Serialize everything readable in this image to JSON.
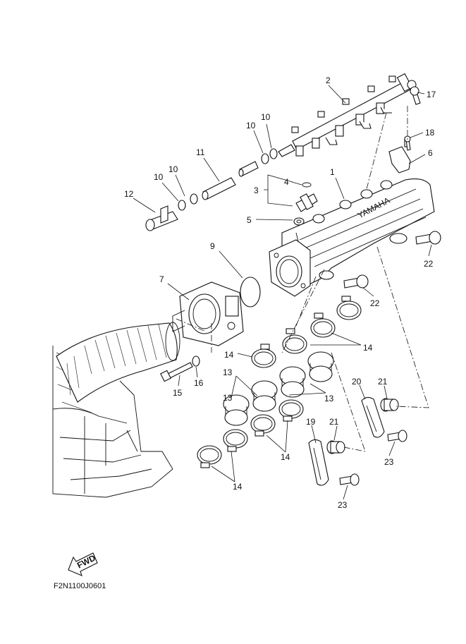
{
  "callouts": [
    "1",
    "2",
    "3",
    "4",
    "5",
    "6",
    "7",
    "9",
    "10",
    "10",
    "10",
    "10",
    "11",
    "12",
    "13",
    "13",
    "13",
    "14",
    "14",
    "14",
    "14",
    "15",
    "16",
    "17",
    "18",
    "19",
    "20",
    "21",
    "21",
    "22",
    "22",
    "23",
    "23"
  ],
  "fwd_badge": "FWD",
  "drawing_code": "F2N1100J0601",
  "manifold_brand": "YAMAHA",
  "colors": {
    "ink": "#111111",
    "paper": "#ffffff"
  }
}
